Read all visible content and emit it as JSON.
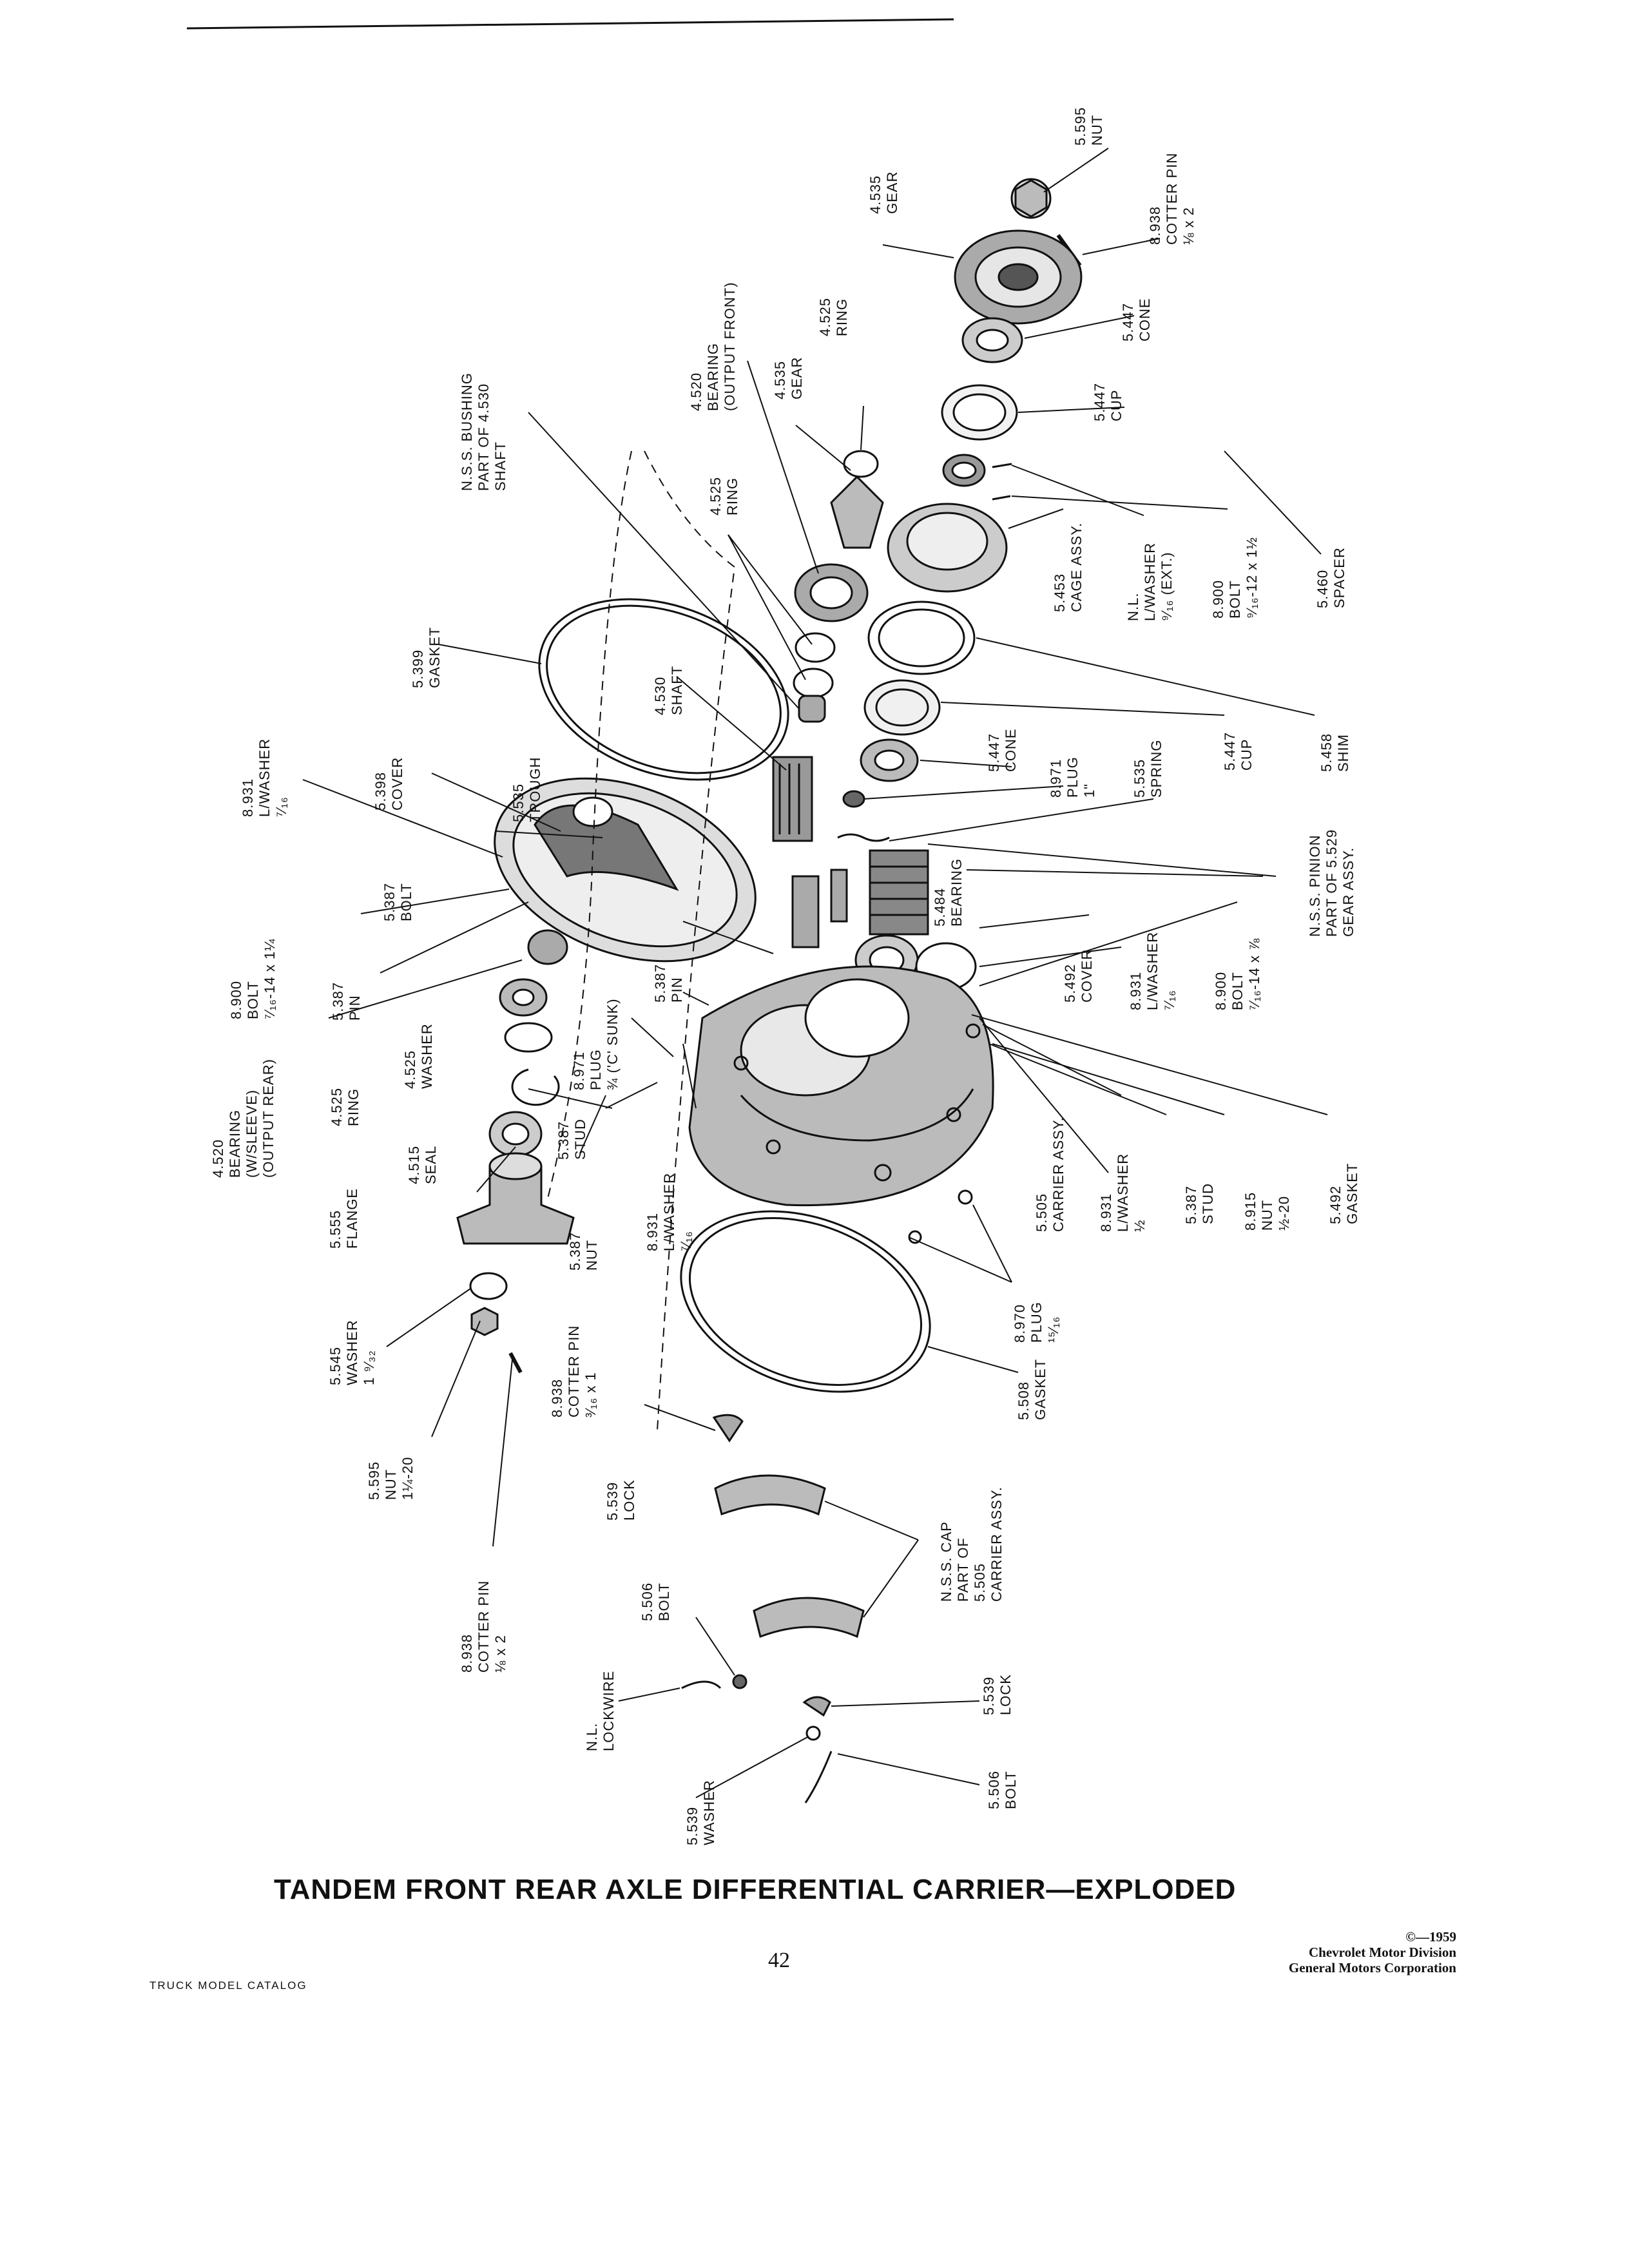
{
  "title": "TANDEM FRONT REAR AXLE DIFFERENTIAL CARRIER—EXPLODED",
  "page_number": "42",
  "catalog_label": "TRUCK MODEL CATALOG",
  "copyright": {
    "year": "©—1959",
    "line1": "Chevrolet Motor Division",
    "line2": "General Motors Corporation"
  },
  "callouts": {
    "c01": "5.595\nNUT",
    "c02": "8.938\nCOTTER PIN\n⅛ x 2",
    "c03": "4.535\nGEAR",
    "c04": "4.525\nRING",
    "c05": "4.520\nBEARING\n(OUTPUT FRONT)",
    "c06": "4.535\nGEAR",
    "c07": "5.447\nCONE",
    "c08": "5.447\nCUP",
    "c09": "N.S.S. BUSHING\nPART OF 4.530\nSHAFT",
    "c10": "4.525\nRING",
    "c11": "5.453\nCAGE ASSY.",
    "c12": "N.L.\nL/WASHER\n⁹⁄₁₆ (EXT.)",
    "c13": "8.900\nBOLT\n⁹⁄₁₆-12 x 1½",
    "c14": "5.460\nSPACER",
    "c15": "5.399\nGASKET",
    "c16": "4.530\nSHAFT",
    "c17": "5.447\nCONE",
    "c18": "8.971\nPLUG\n1\"",
    "c19": "5.535\nSPRING",
    "c20": "5.447\nCUP",
    "c21": "5.458\nSHIM",
    "c22": "8.931\nL/WASHER\n⁷⁄₁₆",
    "c23": "5.398\nCOVER",
    "c24": "5.535\nTROUGH",
    "c25": "5.387\nBOLT",
    "c26": "8.900\nBOLT\n⁷⁄₁₆-14 x 1¼",
    "c27": "5.387\nPIN",
    "c28": "5.387\nPIN",
    "c29": "5.484\nBEARING",
    "c30": "5.492\nCOVER",
    "c31": "8.931\nL/WASHER\n⁷⁄₁₆",
    "c32": "8.900\nBOLT\n⁷⁄₁₆-14 x ⅞",
    "c33": "N.S.S. PINION\nPART OF 5.529\nGEAR ASSY.",
    "c34": "4.520\nBEARING\n(W/SLEEVE)\n(OUTPUT REAR)",
    "c35": "4.525\nRING",
    "c36": "4.525\nWASHER",
    "c37": "8.971\nPLUG\n¾ ('C' SUNK)",
    "c38": "5.387\nSTUD",
    "c39": "4.515\nSEAL",
    "c40": "5.555\nFLANGE",
    "c41": "8.931\nL/WASHER\n⁷⁄₁₆",
    "c42": "5.387\nNUT",
    "c43": "5.505\nCARRIER ASSY.",
    "c44": "8.931\nL/WASHER\n½",
    "c45": "5.387\nSTUD",
    "c46": "8.915\nNUT\n½-20",
    "c47": "5.492\nGASKET",
    "c48": "5.545\nWASHER\n1 ⁹⁄₃₂",
    "c49": "8.970\nPLUG\n¹⁵⁄₁₆",
    "c50": "8.938\nCOTTER PIN\n³⁄₁₆ x 1",
    "c51": "5.508\nGASKET",
    "c52": "5.595\nNUT\n1¼-20",
    "c53": "5.539\nLOCK",
    "c54": "N.S.S. CAP\nPART OF\n5.505\nCARRIER ASSY.",
    "c55": "8.938\nCOTTER PIN\n⅛ x 2",
    "c56": "5.506\nBOLT",
    "c57": "N.L.\nLOCKWIRE",
    "c58": "5.539\nLOCK",
    "c59": "5.539\nWASHER",
    "c60": "5.506\nBOLT"
  }
}
